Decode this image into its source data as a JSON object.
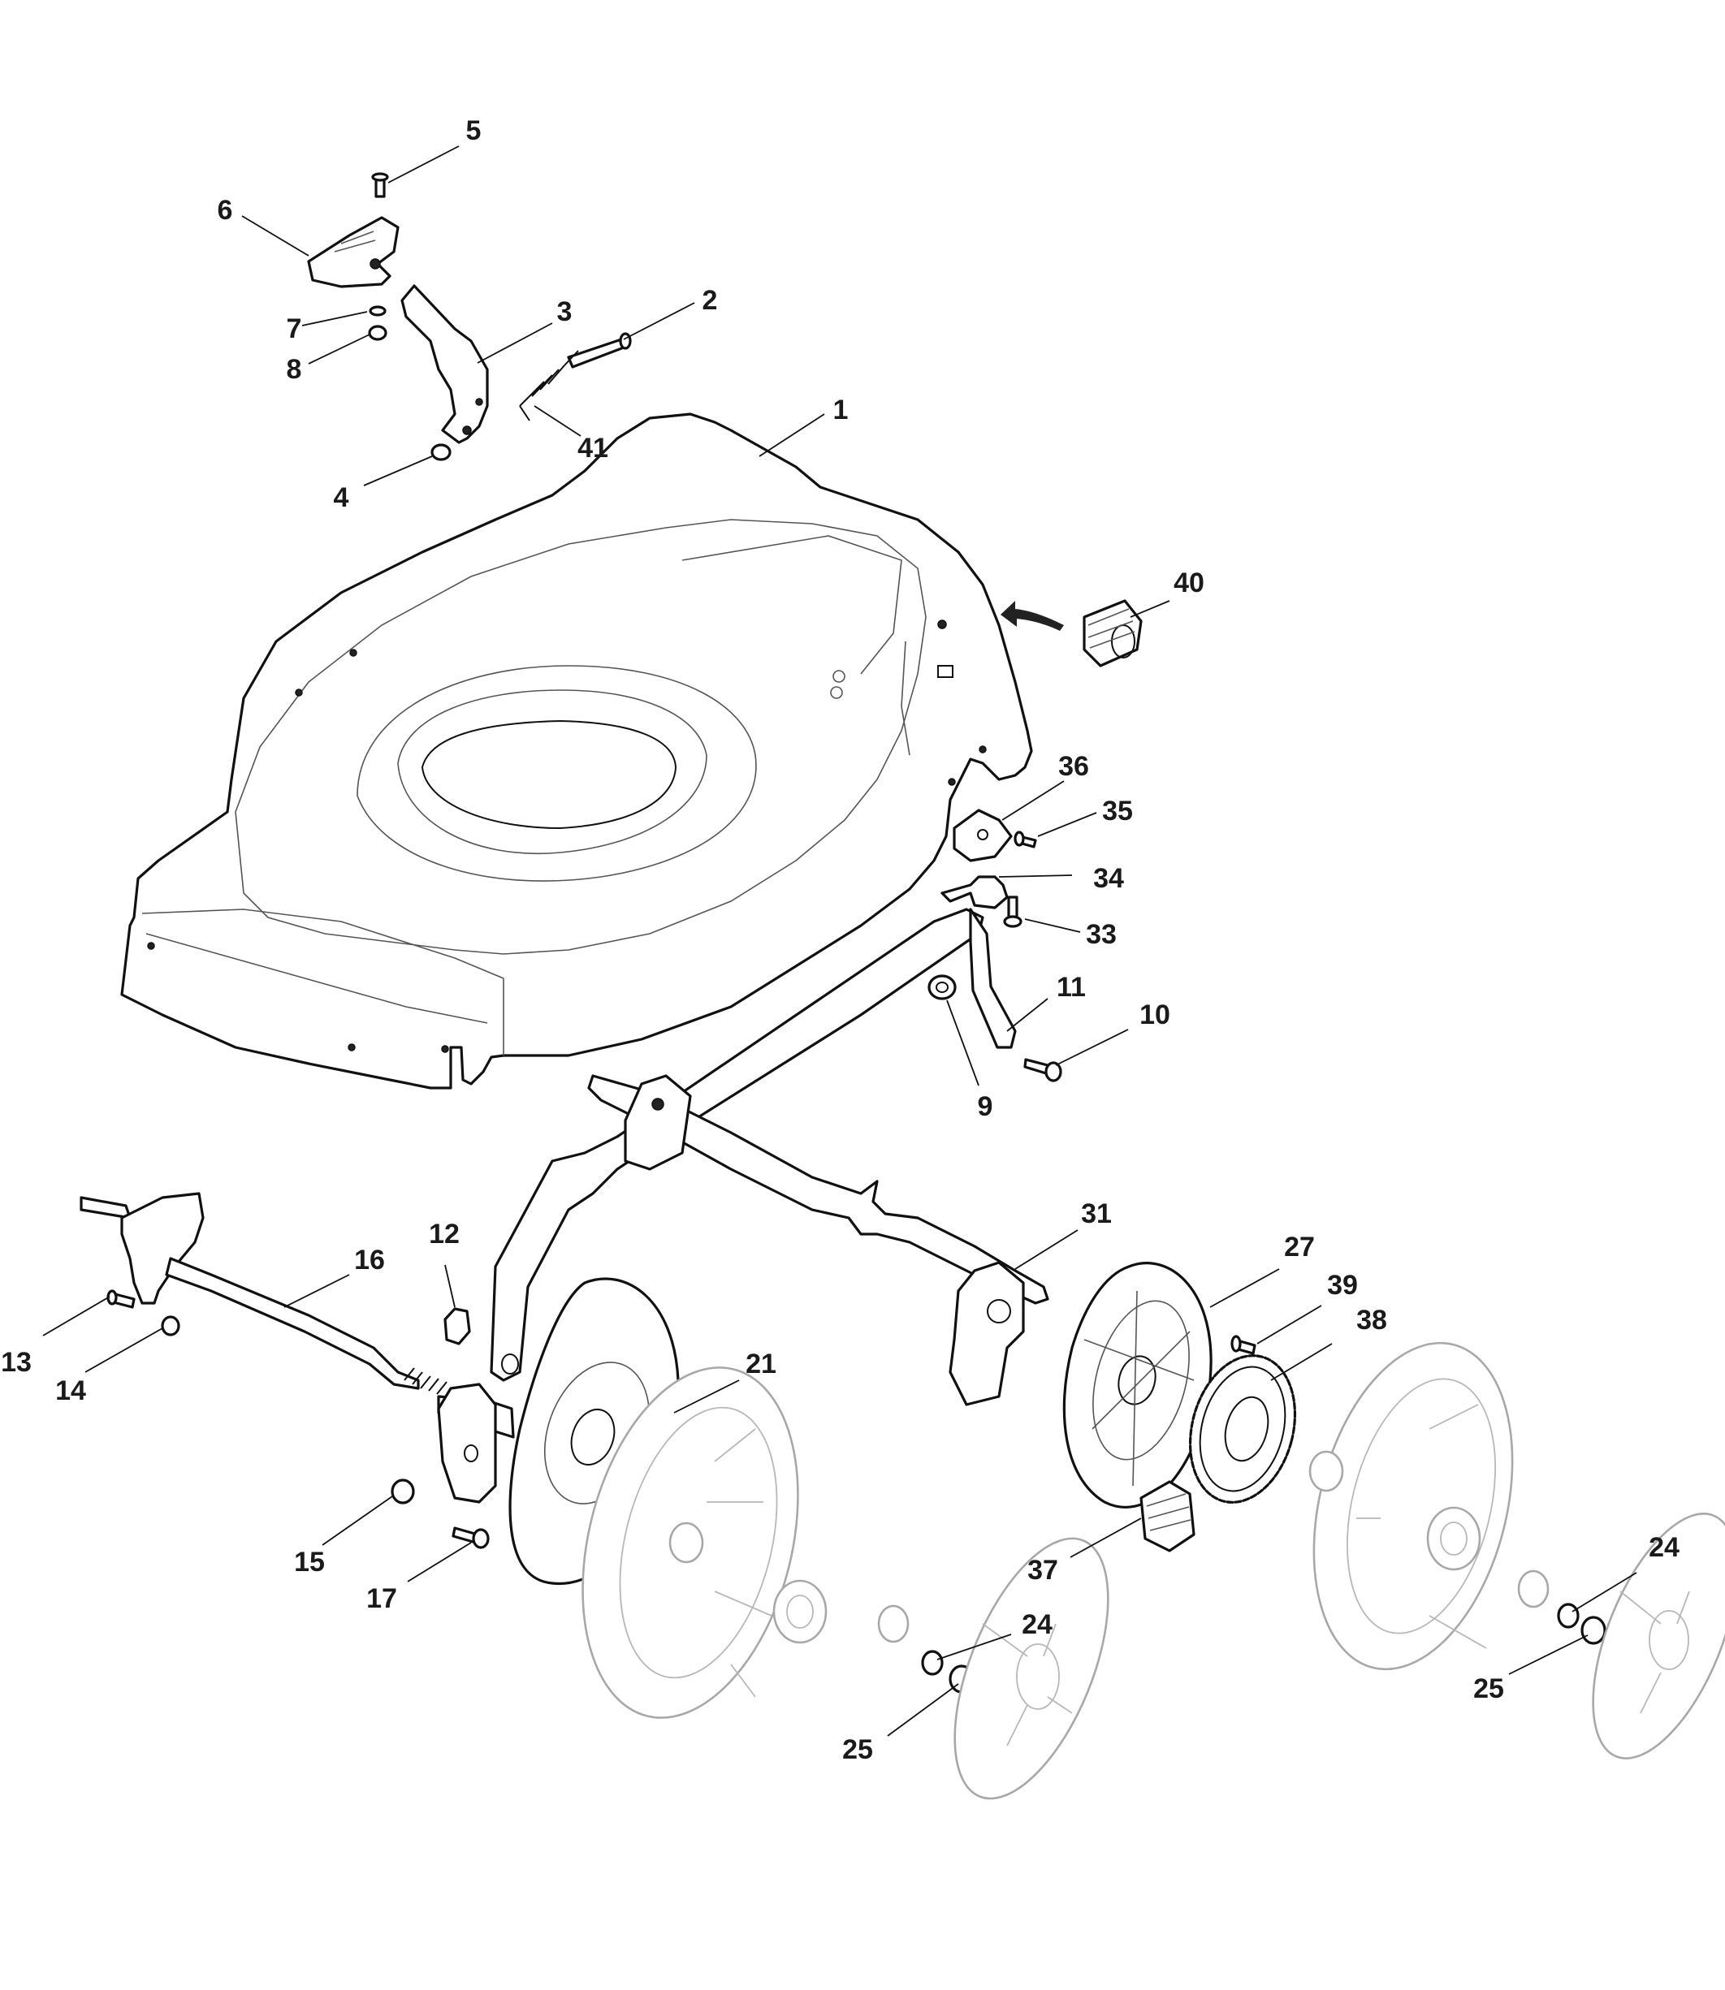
{
  "labels": [
    {
      "id": "1",
      "text": "1"
    },
    {
      "id": "2",
      "text": "2"
    },
    {
      "id": "3",
      "text": "3"
    },
    {
      "id": "4",
      "text": "4"
    },
    {
      "id": "5",
      "text": "5"
    },
    {
      "id": "6",
      "text": "6"
    },
    {
      "id": "7",
      "text": "7"
    },
    {
      "id": "8",
      "text": "8"
    },
    {
      "id": "9",
      "text": "9"
    },
    {
      "id": "10",
      "text": "10"
    },
    {
      "id": "11",
      "text": "11"
    },
    {
      "id": "12",
      "text": "12"
    },
    {
      "id": "13",
      "text": "13"
    },
    {
      "id": "14",
      "text": "14"
    },
    {
      "id": "15",
      "text": "15"
    },
    {
      "id": "16",
      "text": "16"
    },
    {
      "id": "17",
      "text": "17"
    },
    {
      "id": "21",
      "text": "21"
    },
    {
      "id": "24a",
      "text": "24"
    },
    {
      "id": "24b",
      "text": "24"
    },
    {
      "id": "25a",
      "text": "25"
    },
    {
      "id": "25b",
      "text": "25"
    },
    {
      "id": "27",
      "text": "27"
    },
    {
      "id": "31",
      "text": "31"
    },
    {
      "id": "33",
      "text": "33"
    },
    {
      "id": "34",
      "text": "34"
    },
    {
      "id": "35",
      "text": "35"
    },
    {
      "id": "36",
      "text": "36"
    },
    {
      "id": "37",
      "text": "37"
    },
    {
      "id": "38",
      "text": "38"
    },
    {
      "id": "39",
      "text": "39"
    },
    {
      "id": "40",
      "text": "40"
    },
    {
      "id": "41",
      "text": "41"
    }
  ],
  "colors": {
    "line": "#111111",
    "ghost_line": "#a8a8a8",
    "background": "#ffffff"
  }
}
